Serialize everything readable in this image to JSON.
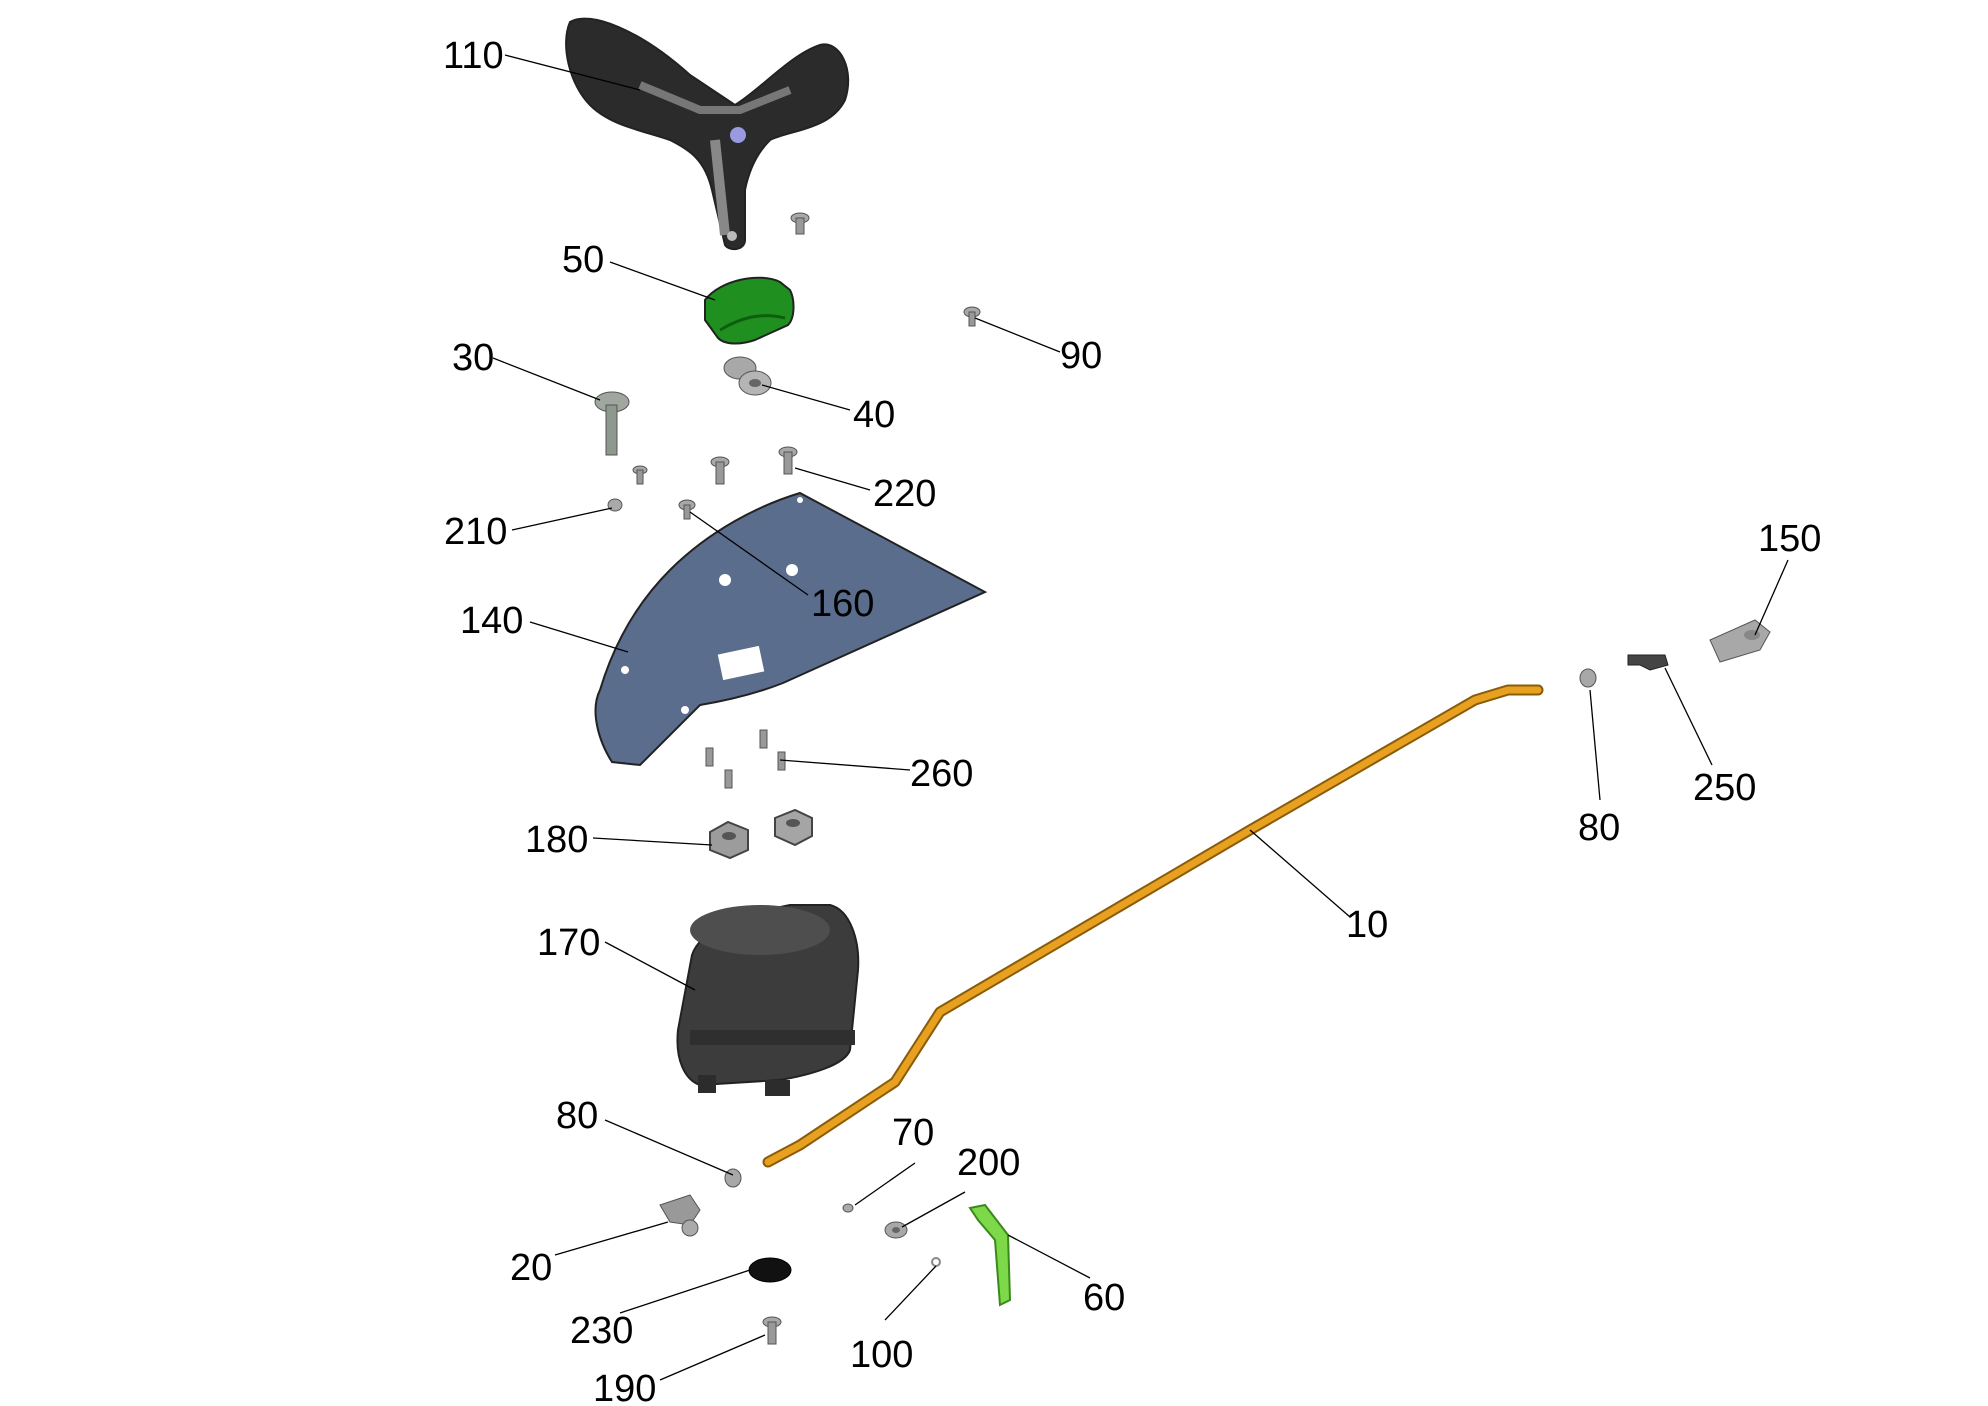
{
  "diagram": {
    "callouts": {
      "c110": "110",
      "c50": "50",
      "c90": "90",
      "c30": "30",
      "c40": "40",
      "c220": "220",
      "c210": "210",
      "c160": "160",
      "c140": "140",
      "c260": "260",
      "c180": "180",
      "c170": "170",
      "c10": "10",
      "c150": "150",
      "c250": "250",
      "c80_right": "80",
      "c80_left": "80",
      "c70": "70",
      "c200": "200",
      "c20": "20",
      "c230": "230",
      "c60": "60",
      "c100": "100",
      "c190": "190"
    },
    "colors": {
      "rod": "#e8a020",
      "plate": "#5b6d8c",
      "green_dark": "#1f8f1f",
      "green_light": "#7dd84a",
      "housing": "#3c3c3c",
      "handle": "#2b2b2b",
      "metal": "#a8a8a8"
    }
  }
}
